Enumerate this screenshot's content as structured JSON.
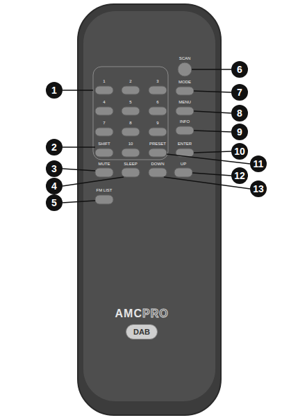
{
  "diagram": {
    "nodes": [
      {
        "text": [
          "1"
        ]
      },
      {
        "text": [
          "2"
        ]
      },
      {
        "text": [
          "3"
        ]
      },
      {
        "text": [
          "4"
        ]
      },
      {
        "text": [
          "5"
        ]
      },
      {
        "text": [
          "6"
        ]
      },
      {
        "text": [
          "7"
        ]
      },
      {
        "text": [
          "8"
        ]
      },
      {
        "text": [
          "9"
        ]
      },
      {
        "text": [
          "10"
        ]
      },
      {
        "text": [
          "11"
        ]
      },
      {
        "text": [
          "12"
        ]
      },
      {
        "text": [
          "13"
        ]
      },
      {
        "text": [
          "DAB"
        ]
      }
    ],
    "labels": [
      "SCAN",
      "1",
      "2",
      "3",
      "MODE",
      "4",
      "5",
      "6",
      "MENU",
      "7",
      "8",
      "9",
      "INFO",
      "SHIFT",
      "10",
      "PRESET",
      "ENTER",
      "MUTE",
      "SLEEP",
      "DOWN",
      "UP",
      "FM LIST",
      "AMC",
      "PRO"
    ]
  }
}
